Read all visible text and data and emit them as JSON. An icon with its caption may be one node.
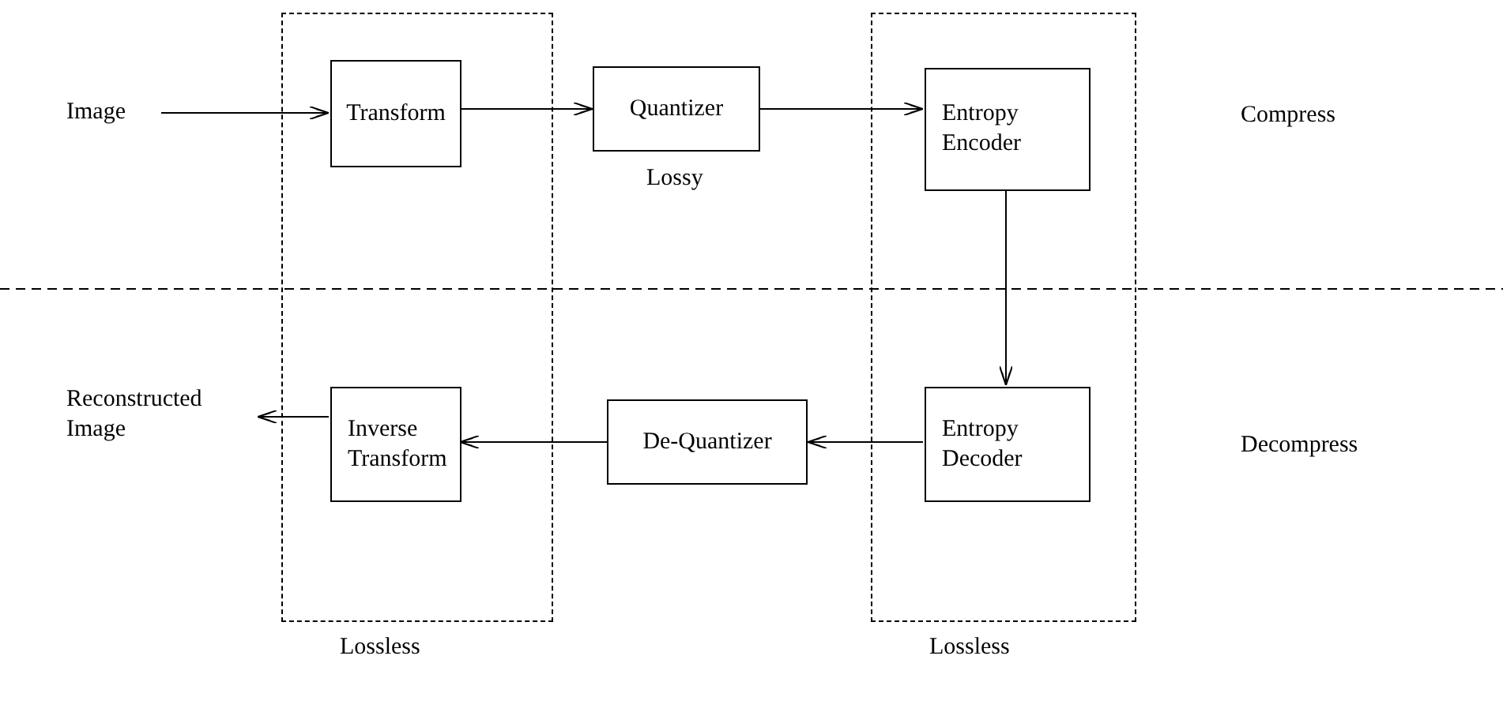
{
  "diagram": {
    "nodes": [
      {
        "text": [
          "Image"
        ]
      },
      {
        "text": [
          "Lossless"
        ]
      },
      {
        "text": [
          "Transform"
        ],
        "in": 1
      },
      {
        "text": [
          "Quantizer"
        ],
        "beside": [
          "Lossy"
        ]
      },
      {
        "text": [
          "Lossless"
        ]
      },
      {
        "text": [
          "Entropy Encoder"
        ],
        "in": 4
      },
      {
        "text": [
          "Reconstructed Image"
        ]
      },
      {
        "text": [
          "Inverse Transform"
        ],
        "in": 1
      },
      {
        "text": [
          "De-Quantizer"
        ]
      },
      {
        "text": [
          "Entropy Decoder"
        ],
        "in": 4
      }
    ],
    "edges": [
      {
        "from": 0,
        "to": 2,
        "arrow": "to"
      },
      {
        "from": 2,
        "to": 3,
        "arrow": "to"
      },
      {
        "from": 3,
        "to": 5,
        "arrow": "to"
      },
      {
        "from": 5,
        "to": 9,
        "arrow": "to"
      },
      {
        "from": 9,
        "to": 8,
        "arrow": "to"
      },
      {
        "from": 8,
        "to": 7,
        "arrow": "to"
      },
      {
        "from": 7,
        "to": 6,
        "arrow": "to"
      }
    ],
    "labels": [
      "Compress",
      "Decompress"
    ]
  }
}
